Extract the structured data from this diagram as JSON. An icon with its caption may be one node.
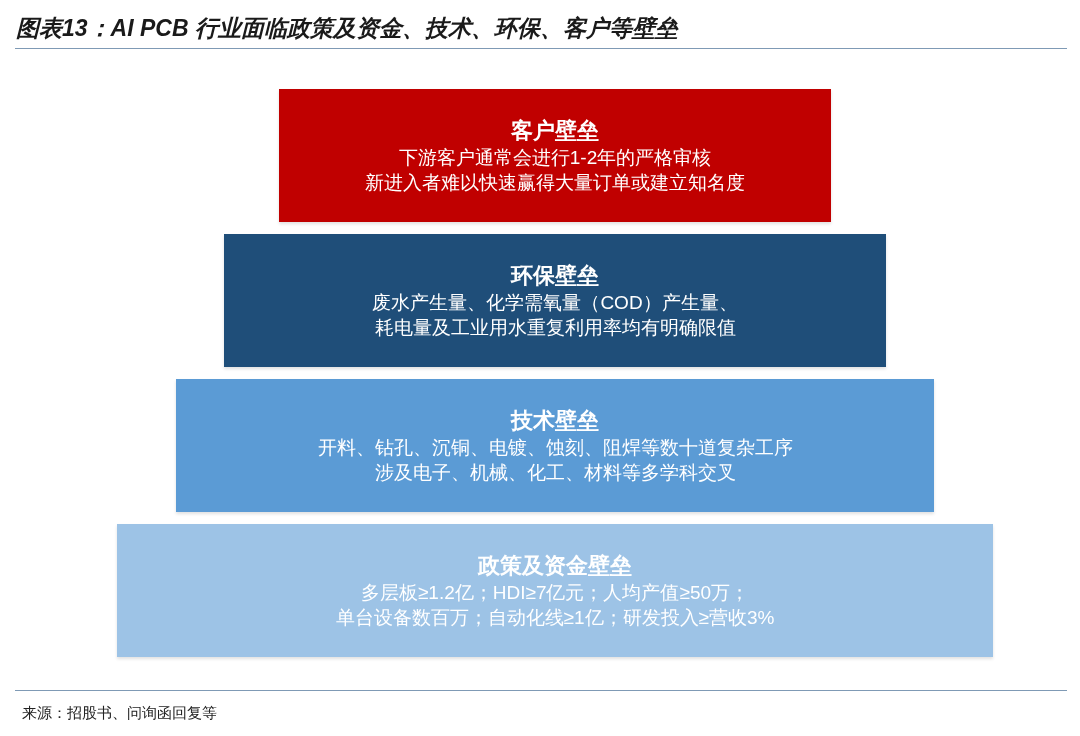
{
  "diagram": {
    "title": "图表13：AI PCB 行业面临政策及资金、技术、环保、客户等壁垒",
    "nodes": [
      {
        "text": [
          "客户壁垒",
          "下游客户通常会进行1-2年的严格审核",
          "新进入者难以快速赢得大量订单或建立知名度"
        ]
      },
      {
        "text": [
          "环保壁垒",
          "废水产生量、化学需氧量（COD）产生量、耗电量及工业用水重复利用率均有明确限值"
        ]
      },
      {
        "text": [
          "技术壁垒",
          "开料、钻孔、沉铜、电镀、蚀刻、阻焊等数十道复杂工序",
          "涉及电子、机械、化工、材料等多学科交叉"
        ]
      },
      {
        "text": [
          "政策及资金壁垒",
          "多层板≥1.2亿；HDI≥7亿元；人均产值≥50万；单台设备数百万；自动化线≥1亿；研发投入≥营收3%"
        ]
      }
    ],
    "caption": "来源：招股书、问询函回复等"
  }
}
